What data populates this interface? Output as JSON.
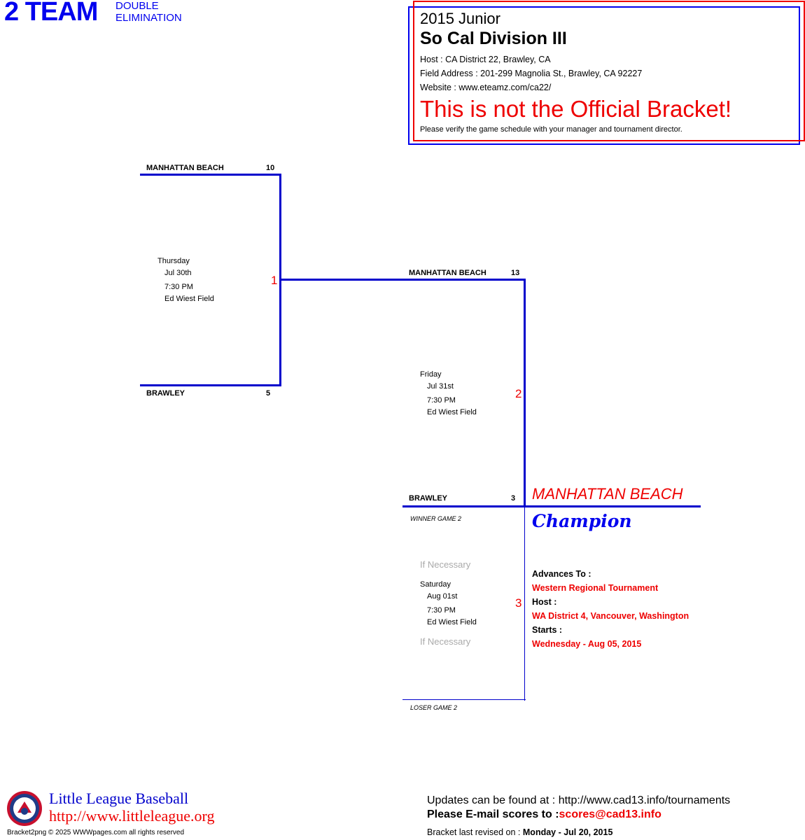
{
  "header": {
    "team_count": "2 TEAM",
    "format_line1": "DOUBLE",
    "format_line2": "ELIMINATION"
  },
  "info": {
    "year_level": "2015 Junior",
    "division": "So Cal Division III",
    "host": "Host : CA District 22, Brawley, CA",
    "field_address": "Field Address : 201-299 Magnolia St., Brawley, CA 92227",
    "website": "Website : www.eteamz.com/ca22/",
    "warning": "This is not the Official Bracket!",
    "verify": "Please verify the game schedule with your manager and tournament director."
  },
  "games": [
    {
      "number": "1",
      "top_team": "MANHATTAN BEACH",
      "top_score": "10",
      "bottom_team": "BRAWLEY",
      "bottom_score": "5",
      "day": "Thursday",
      "date": "Jul 30th",
      "time": "7:30 PM",
      "field": "Ed Wiest Field"
    },
    {
      "number": "2",
      "top_team": "MANHATTAN BEACH",
      "top_score": "13",
      "bottom_team": "BRAWLEY",
      "bottom_score": "3",
      "day": "Friday",
      "date": "Jul 31st",
      "time": "7:30 PM",
      "field": "Ed Wiest Field"
    },
    {
      "number": "3",
      "top_note": "WINNER GAME 2",
      "bottom_note": "LOSER GAME 2",
      "if_necessary_top": "If Necessary",
      "if_necessary_bottom": "If Necessary",
      "day": "Saturday",
      "date": "Aug 01st",
      "time": "7:30 PM",
      "field": "Ed Wiest Field"
    }
  ],
  "champion": {
    "team": "MANHATTAN BEACH",
    "label": "Champion",
    "advances_label": "Advances To :",
    "advances_value": "Western Regional Tournament",
    "host_label": "Host :",
    "host_value": "WA District 4, Vancouver, Washington",
    "starts_label": "Starts :",
    "starts_value": "Wednesday - Aug 05, 2015"
  },
  "footer": {
    "org_name": "Little League Baseball",
    "org_url": "http://www.littleleague.org",
    "copyright": "Bracket2png © 2025 WWWpages.com all rights reserved",
    "updates": "Updates can be found at : http://www.cad13.info/tournaments",
    "email_prefix": "Please E-mail scores to :",
    "email": "scores@cad13.info",
    "revised_label": "Bracket last revised on :",
    "revised_date": "Monday - Jul 20, 2015"
  },
  "colors": {
    "bracket_line": "#0000cc",
    "accent_red": "#ee0000",
    "header_blue": "#0000ee"
  }
}
